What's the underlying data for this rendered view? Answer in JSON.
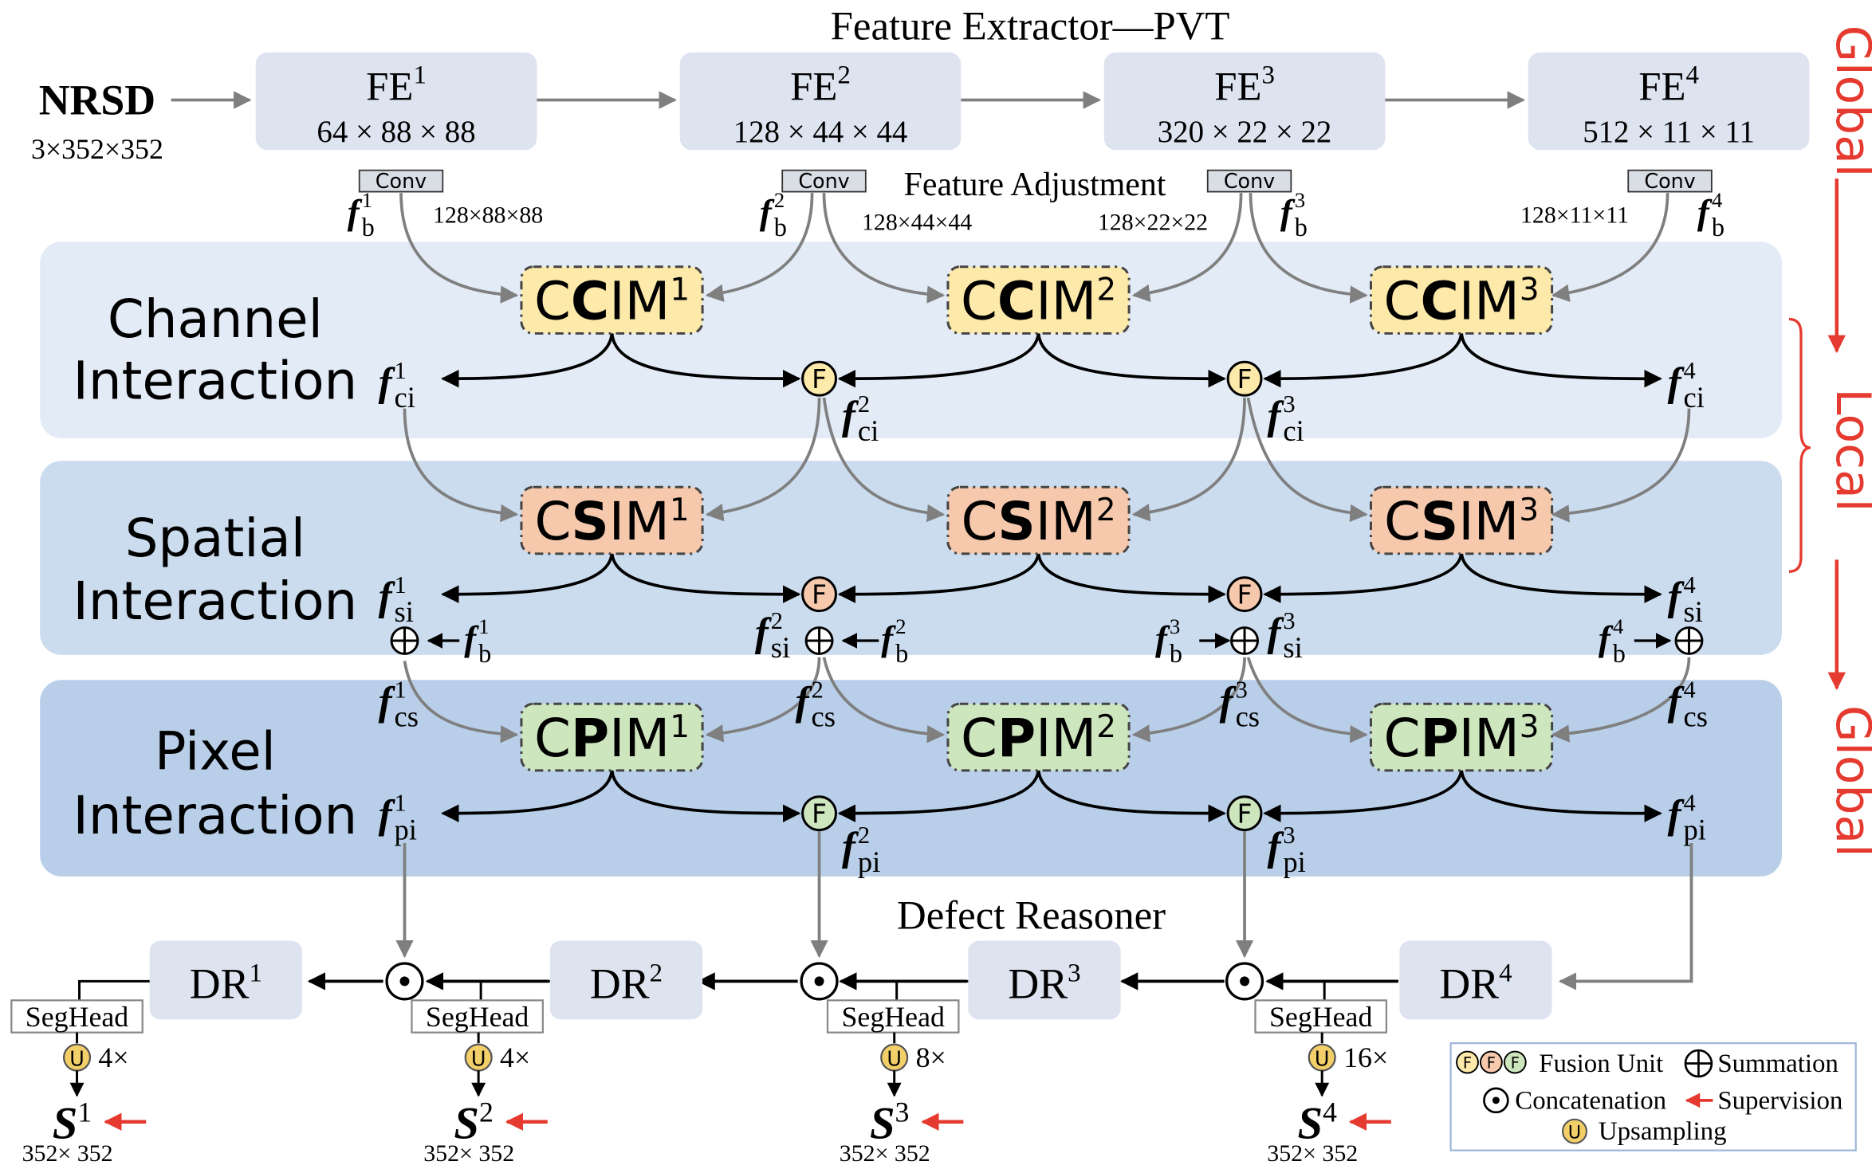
{
  "title_extractor": "Feature Extractor—PVT",
  "input": {
    "name": "NRSD",
    "size": "3×352×352"
  },
  "fe": [
    {
      "name": "FE",
      "sup": "1",
      "dims": "64 × 88 × 88"
    },
    {
      "name": "FE",
      "sup": "2",
      "dims": "128 × 44 × 44"
    },
    {
      "name": "FE",
      "sup": "3",
      "dims": "320 × 22 × 22"
    },
    {
      "name": "FE",
      "sup": "4",
      "dims": "512 × 11 × 11"
    }
  ],
  "conv_label": "Conv",
  "feature_adjustment": "Feature Adjustment",
  "adj_dims": [
    "128×88×88",
    "128×44×44",
    "128×22×22",
    "128×11×11"
  ],
  "fb_label": {
    "base": "f",
    "sub": "b",
    "sups": [
      "1",
      "2",
      "3",
      "4"
    ]
  },
  "sections": {
    "channel": {
      "line1": "Channel",
      "line2": "Interaction",
      "sub": "ci",
      "module_prefix": "C",
      "module_bold": "C",
      "module_suffix": "IM",
      "color": "#fde9a9"
    },
    "spatial": {
      "line1": "Spatial",
      "line2": "Interaction",
      "sub": "si",
      "module_prefix": "C",
      "module_bold": "S",
      "module_suffix": "IM",
      "color": "#f6c9ad"
    },
    "pixel": {
      "line1": "Pixel",
      "line2": "Interaction",
      "sub": "pi",
      "module_prefix": "C",
      "module_bold": "P",
      "module_suffix": "IM",
      "color": "#cde6bd"
    }
  },
  "cs_sub": "cs",
  "module_indices": [
    "1",
    "2",
    "3"
  ],
  "fusion_letter": "F",
  "defect_reasoner": "Defect Reasoner",
  "dr": [
    {
      "name": "DR",
      "sup": "1"
    },
    {
      "name": "DR",
      "sup": "2"
    },
    {
      "name": "DR",
      "sup": "3"
    },
    {
      "name": "DR",
      "sup": "4"
    }
  ],
  "seghead": "SegHead",
  "upsample_letter": "U",
  "upsample_factors": [
    "4×",
    "4×",
    "8×",
    "16×"
  ],
  "outputs": [
    {
      "name": "S",
      "sup": "1",
      "size": "352× 352"
    },
    {
      "name": "S",
      "sup": "2",
      "size": "352× 352"
    },
    {
      "name": "S",
      "sup": "3",
      "size": "352× 352"
    },
    {
      "name": "S",
      "sup": "4",
      "size": "352× 352"
    }
  ],
  "side_labels": {
    "top": "Global",
    "middle": "Local",
    "bottom": "Global"
  },
  "legend": {
    "fusion": "Fusion Unit",
    "summation": "Summation",
    "concatenation": "Concatenation",
    "supervision": "Supervision",
    "upsampling": "Upsampling"
  },
  "colors": {
    "fe_box": "#dde3ef",
    "band_channel": "#e2ebf6",
    "band_spatial": "#cbdcef",
    "band_pixel": "#b9cfe9",
    "accent_red": "#e53a2f",
    "fusion_channel": "#fde9a9",
    "fusion_spatial": "#f6c9ad",
    "fusion_pixel": "#cde6bd",
    "upsample": "#f3cf6a"
  }
}
